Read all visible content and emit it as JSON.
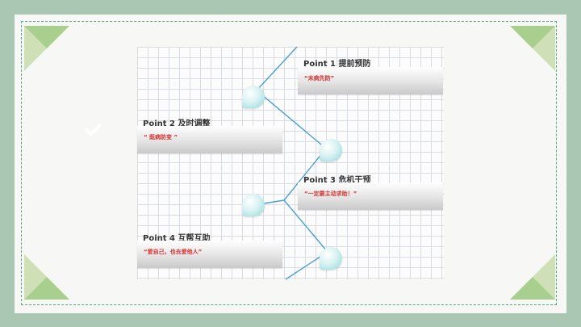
{
  "points": [
    {
      "title": "Point 1 提前预防",
      "quote": "“未病先防”"
    },
    {
      "title": "Point 2 及时调整",
      "quote": "“ 既病防变 ”"
    },
    {
      "title": "Point 3 危机干预",
      "quote": "“一定要主动求助！”"
    },
    {
      "title": "Point 4 互帮互助",
      "quote": "“爱自己，也去爱他人”"
    }
  ],
  "colors": {
    "background": "#a9c7b3",
    "dash_border": "#4fae7e",
    "connector": "#4a9fd6",
    "quote_text": "#d62f2f",
    "node": "#8fd6d8"
  },
  "icons": {
    "check": "check-icon"
  }
}
